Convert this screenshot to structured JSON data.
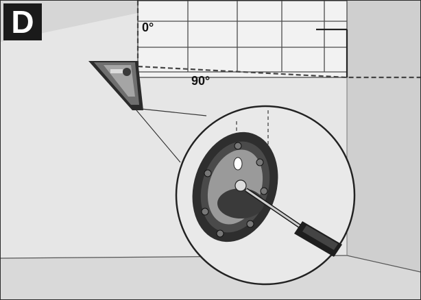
{
  "figure": {
    "label": "D",
    "angles": {
      "vertical": "0°",
      "horizontal": "90°"
    }
  },
  "colors": {
    "wall_left": "#e2e2e2",
    "wall_back": "#ececec",
    "wall_right": "#cfcfcf",
    "floor": "#d8d8d8",
    "tile_lines": "#3a3a3a",
    "laser_line": "#4a4a4a",
    "device_dark": "#2b2b2b",
    "device_mid": "#6f6f6f"
  }
}
